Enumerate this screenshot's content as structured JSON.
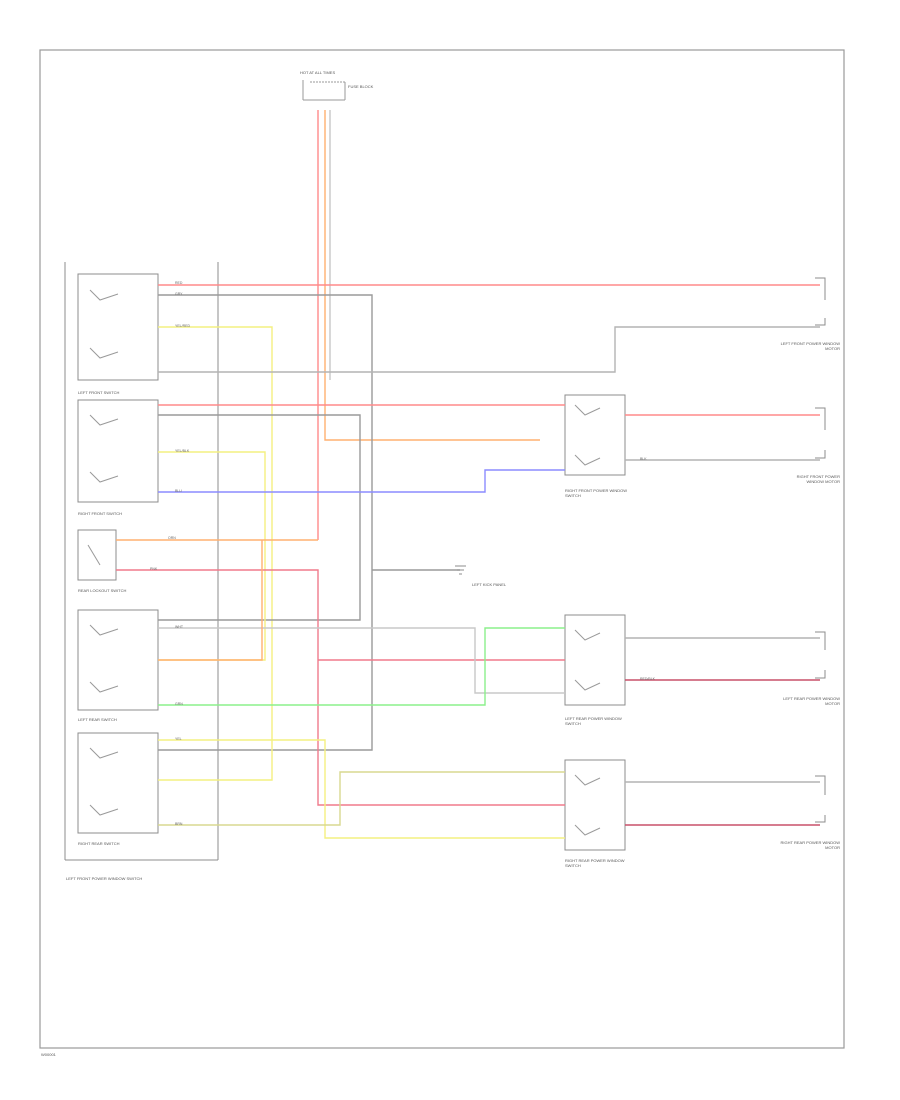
{
  "diagram": {
    "footer_code": "W00001",
    "fuse_panel_label": "HOT AT ALL TIMES",
    "fuse_label": "FUSE BLOCK",
    "ground_label": "LEFT KICK PANEL",
    "components": {
      "master_switch": "LEFT FRONT POWER WINDOW SWITCH",
      "rf_switch_section": "LEFT FRONT SWITCH",
      "rf_control_switch": "RIGHT FRONT SWITCH",
      "lockout_switch": "REAR LOCKOUT SWITCH",
      "lr_section": "LEFT REAR SWITCH",
      "rr_section": "RIGHT REAR SWITCH",
      "rf_window_switch": "RIGHT FRONT POWER WINDOW SWITCH",
      "lr_window_switch": "LEFT REAR POWER WINDOW SWITCH",
      "rr_window_switch": "RIGHT REAR POWER WINDOW SWITCH",
      "lf_motor": "LEFT FRONT POWER WINDOW MOTOR",
      "rf_motor": "RIGHT FRONT POWER WINDOW MOTOR",
      "lr_motor": "LEFT REAR POWER WINDOW MOTOR",
      "rr_motor": "RIGHT REAR POWER WINDOW MOTOR"
    },
    "wire_colors": {
      "red": "RED",
      "gray": "GRY",
      "yellow_red": "YEL/RED",
      "orange": "ORN",
      "yellow_black": "YEL/BLK",
      "blue": "BLU",
      "pink": "PNK",
      "green": "GRN",
      "white": "WHT",
      "brown": "BRN",
      "yellow": "YEL",
      "red_black": "RED/BLK",
      "black": "BLK"
    },
    "colors": {
      "red": "#ff8a8a",
      "gray": "#9a9a9a",
      "yellow": "#f4f080",
      "orange": "#ffb070",
      "blue": "#8c8cff",
      "pink": "#f07a8c",
      "green": "#8cf08c",
      "dark_red": "#c8506a",
      "frame": "#8c8c8c"
    }
  }
}
